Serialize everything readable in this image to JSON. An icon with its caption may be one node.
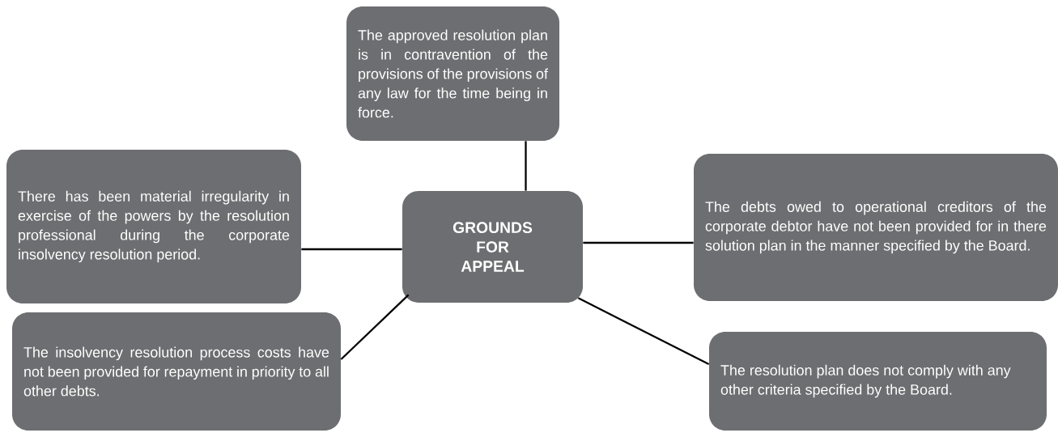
{
  "diagram": {
    "nodes": [
      {
        "text": [
          "The approved resolution plan is in contravention of the provisions of the provisions of any law for the time being in force."
        ]
      },
      {
        "text": [
          "There has been material irregularity in exercise of the powers by the resolution professional during the corporate insolvency resolution period."
        ]
      },
      {
        "text": [
          "GROUNDS FOR APPEAL"
        ]
      },
      {
        "text": [
          "The debts owed to operational creditors of the corporate debtor have not been provided for in there solution plan in the manner specified by the Board."
        ]
      },
      {
        "text": [
          "The insolvency resolution process costs have not been provided for repayment in priority to all other debts."
        ]
      },
      {
        "text": [
          "The resolution plan does not comply with any other criteria specified by the Board."
        ]
      }
    ],
    "edges": [
      {
        "from": 2,
        "to": 0,
        "arrow": "none"
      },
      {
        "from": 2,
        "to": 1,
        "arrow": "none"
      },
      {
        "from": 2,
        "to": 3,
        "arrow": "none"
      },
      {
        "from": 2,
        "to": 4,
        "arrow": "none"
      },
      {
        "from": 2,
        "to": 5,
        "arrow": "none"
      }
    ]
  }
}
